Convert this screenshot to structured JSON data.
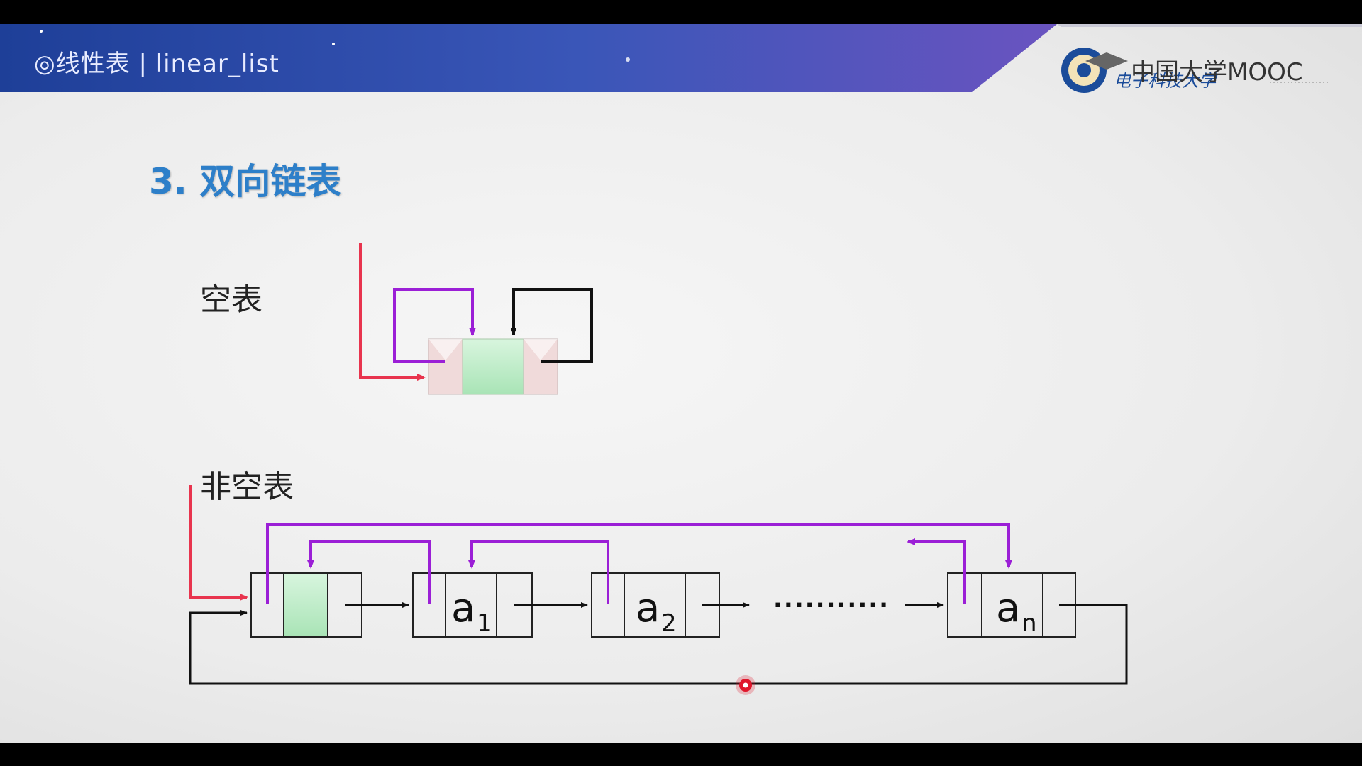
{
  "header": {
    "title": "◎线性表 | linear_list",
    "logo_text": "中国大学MOOC"
  },
  "slide": {
    "section_title": "3.  双向链表",
    "empty_label": "空表",
    "nonempty_label": "非空表"
  },
  "diagram": {
    "nodes": [
      {
        "main": "a",
        "sub": "1"
      },
      {
        "main": "a",
        "sub": "2"
      },
      {
        "main": "a",
        "sub": "n"
      }
    ],
    "ellipsis": "..........."
  },
  "colors": {
    "head_pointer": "#e8344e",
    "prior_link": "#9b1fd6",
    "next_link": "#111111",
    "head_node_data": "#b8ecc4",
    "head_node_side": "#f0dada",
    "section_title": "#2d7fc9",
    "cursor": "#e0162b"
  }
}
